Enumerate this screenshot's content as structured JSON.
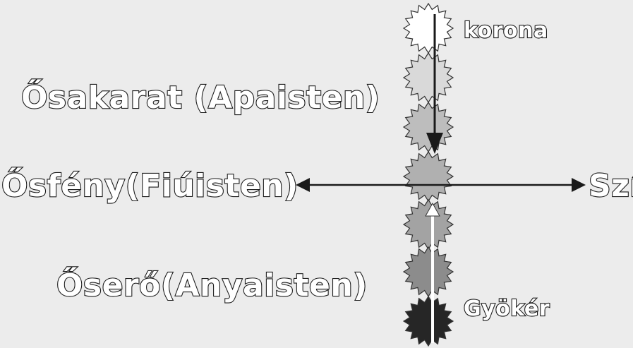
{
  "labels": {
    "korona": "korona",
    "osakarat": "Ősakarat (Apaisten)",
    "osfeny": "Ősfény(Fiúisten)",
    "osero": "Őserő(Anyaisten)",
    "szi": "Szív",
    "gyoker": "Gyökér"
  },
  "colors": {
    "background": "#ececec",
    "arrow_dark": "#1a1a1a",
    "arrow_light": "#ffffff",
    "stars_top_to_bottom": [
      "#ffffff",
      "#d9d9d9",
      "#bdbdbd",
      "#b0b0b0",
      "#a3a3a3",
      "#8c8c8c",
      "#262626"
    ]
  }
}
